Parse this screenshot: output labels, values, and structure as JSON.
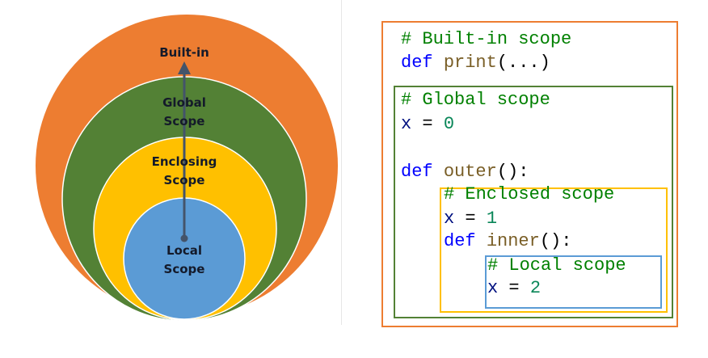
{
  "diagram": {
    "levels": [
      {
        "label": [
          "Built-in"
        ],
        "color": "#ed7d31"
      },
      {
        "label": [
          "Global",
          "Scope"
        ],
        "color": "#538135"
      },
      {
        "label": [
          "Enclosing",
          "Scope"
        ],
        "color": "#ffc000"
      },
      {
        "label": [
          "Local",
          "Scope"
        ],
        "color": "#5b9bd5"
      }
    ],
    "arrow_color": "#44546a"
  },
  "code": {
    "builtin": {
      "comment": "# Built-in scope",
      "kw": "def",
      "fn": "print",
      "rest": "(...)",
      "border": "#ed7d31"
    },
    "global": {
      "comment": "# Global scope",
      "var": "x",
      "eq": " = ",
      "val": "0",
      "kw": "def",
      "fn": "outer",
      "rest": "():",
      "border": "#538135"
    },
    "enclosed": {
      "comment": "# Enclosed scope",
      "var": "x",
      "eq": " = ",
      "val": "1",
      "kw": "def",
      "fn": "inner",
      "rest": "():",
      "border": "#ffc000"
    },
    "local": {
      "comment": "# Local scope",
      "var": "x",
      "eq": " = ",
      "val": "2",
      "border": "#5b9bd5"
    }
  }
}
